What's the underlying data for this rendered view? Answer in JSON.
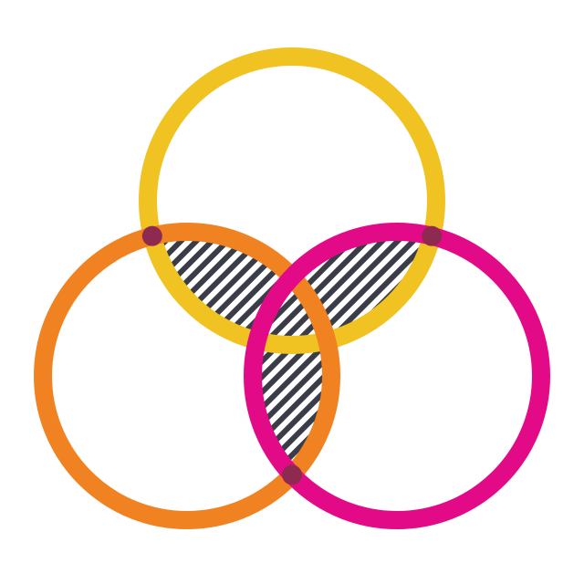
{
  "diagram": {
    "type": "three-circle-venn",
    "circles": [
      {
        "id": "top",
        "color": "#F0C322"
      },
      {
        "id": "left",
        "color": "#F08222"
      },
      {
        "id": "right",
        "color": "#E30A88"
      }
    ],
    "ring_overlap_color": "#8E2A50",
    "center_hatch_color": "#3A3D47"
  }
}
